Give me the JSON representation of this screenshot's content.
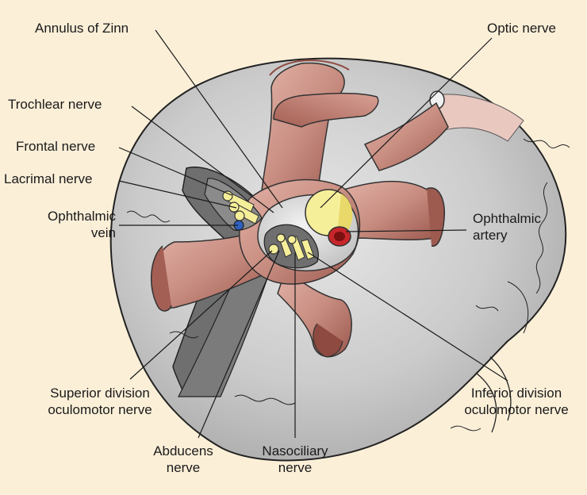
{
  "labels": {
    "annulus": "Annulus of Zinn",
    "optic": "Optic nerve",
    "trochlear": "Trochlear nerve",
    "frontal": "Frontal nerve",
    "lacrimal": "Lacrimal nerve",
    "ophthalmic_vein": [
      "Ophthalmic",
      "vein"
    ],
    "ophthalmic_artery": [
      "Ophthalmic",
      "artery"
    ],
    "superior_division": [
      "Superior division",
      "oculomotor nerve"
    ],
    "inferior_division": [
      "Inferior division",
      "oculomotor nerve"
    ],
    "abducens": [
      "Abducens",
      "nerve"
    ],
    "nasociliary": [
      "Nasociliary",
      "nerve"
    ]
  },
  "colors": {
    "background": "#fbefd8",
    "orbit": "#c7c7c7",
    "muscle": "#c98e82",
    "muscle_dark": "#8e4a40",
    "annulus": "#dcdcdc",
    "nerve_yellow": "#f6ef9a",
    "vein_blue": "#2f5fbf",
    "artery_red": "#c8262a",
    "dark_sheath": "#6f6f6f"
  }
}
